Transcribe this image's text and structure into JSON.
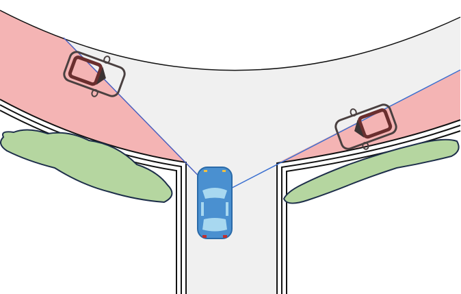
{
  "scene": {
    "description_colors": {
      "road": "#f0f0f0",
      "blind_zone": "#f4b4b4",
      "sight_line": "#3a6fd0",
      "bush": "#b5d6a0",
      "ego_car": "#4a90d0",
      "other_car": "#5a3535"
    },
    "vehicles": [
      {
        "role": "ego",
        "icon": "car-top-view-icon",
        "color": "blue"
      },
      {
        "role": "hidden-left",
        "icon": "car-top-view-icon",
        "color": "outline"
      },
      {
        "role": "hidden-right",
        "icon": "car-top-view-icon",
        "color": "outline"
      }
    ]
  }
}
